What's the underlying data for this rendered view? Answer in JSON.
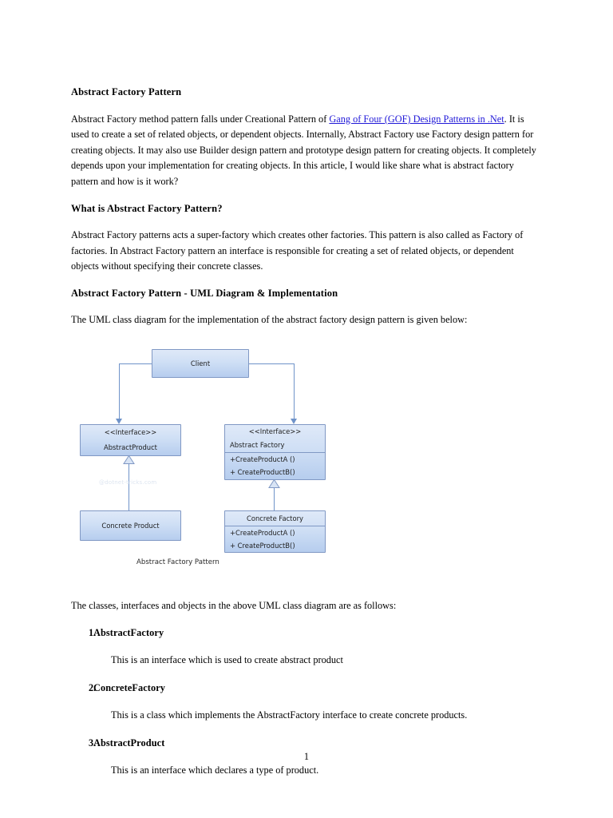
{
  "document": {
    "title": "Abstract Factory Pattern",
    "page_number": "1"
  },
  "intro": {
    "before_link": "Abstract Factory method pattern falls under Creational Pattern of ",
    "link_text": "Gang of Four (GOF) Design Patterns in .Net",
    "after_link": ". It is used to create a set of related objects, or dependent objects. Internally, Abstract Factory use Factory design pattern for creating objects. It may also use Builder design pattern and prototype design pattern for creating objects. It completely depends upon your implementation for creating objects. In this article, I would like share what is abstract factory pattern and how is it work?",
    "link_color": "#2018d8"
  },
  "sections": [
    {
      "heading": "What is Abstract Factory Pattern?",
      "body": "Abstract Factory patterns acts a super-factory which creates other factories. This pattern is also called as Factory of factories. In Abstract Factory pattern an interface is responsible for creating a set of related objects, or dependent objects without specifying their concrete classes."
    },
    {
      "heading": "Abstract Factory Pattern - UML Diagram & Implementation",
      "body": "The UML class diagram for the implementation of the abstract factory design pattern is given below:"
    }
  ],
  "diagram": {
    "caption": "Abstract Factory Pattern",
    "watermark": "@dotnet-tricks.com",
    "box_fill_top": "#dfe9f8",
    "box_fill_bottom": "#b6cdee",
    "box_border": "#8098c4",
    "connector_color": "#6f93c9",
    "boxes": {
      "client": {
        "title": "Client"
      },
      "abstract_product": {
        "stereotype": "<<Interface>>",
        "name": "AbstractProduct"
      },
      "abstract_factory": {
        "stereotype": "<<Interface>>",
        "name": "Abstract Factory",
        "methods": [
          "+CreateProductA ()",
          "+ CreateProductB()"
        ]
      },
      "concrete_product": {
        "title": "Concrete Product"
      },
      "concrete_factory": {
        "title": "Concrete Factory",
        "methods": [
          "+CreateProductA ()",
          "+ CreateProductB()"
        ]
      }
    }
  },
  "list_intro": "The classes, interfaces and objects in the above UML class diagram are as follows:",
  "terms": [
    {
      "number": "1.",
      "name": "AbstractFactory",
      "description": "This is an interface which is used to create abstract product"
    },
    {
      "number": "2.",
      "name": "ConcreteFactory",
      "description": "This is a class which implements the AbstractFactory interface to create concrete products."
    },
    {
      "number": "3.",
      "name": "AbstractProduct",
      "description": "This is an interface which declares a type of product."
    }
  ]
}
